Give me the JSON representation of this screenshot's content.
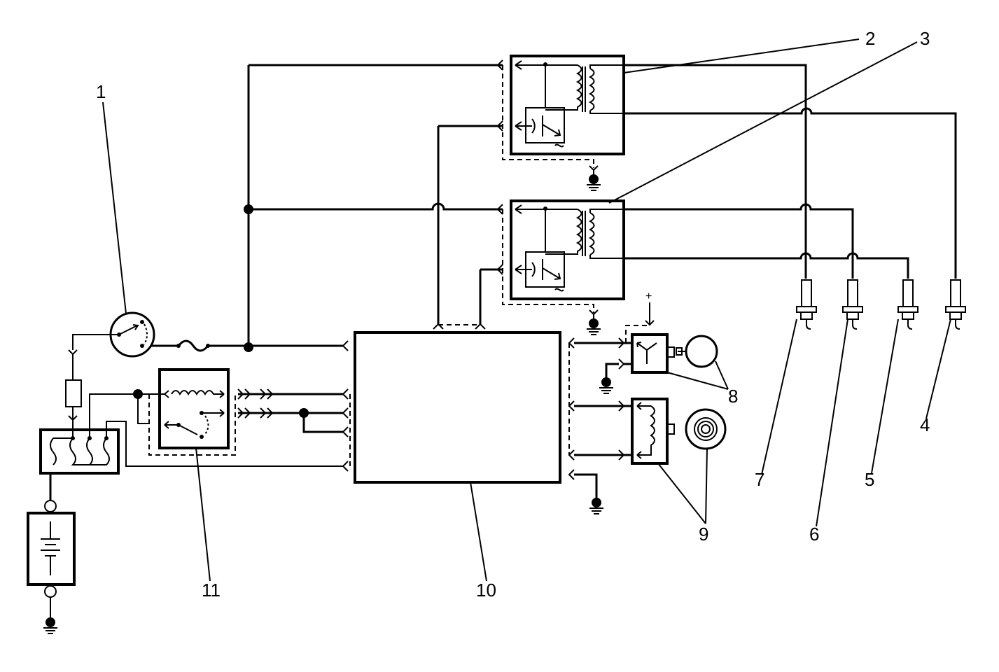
{
  "callouts": [
    {
      "id": "1",
      "text": "1"
    },
    {
      "id": "2",
      "text": "2"
    },
    {
      "id": "3",
      "text": "3"
    },
    {
      "id": "4",
      "text": "4"
    },
    {
      "id": "5",
      "text": "5"
    },
    {
      "id": "6",
      "text": "6"
    },
    {
      "id": "7",
      "text": "7"
    },
    {
      "id": "8",
      "text": "8"
    },
    {
      "id": "9",
      "text": "9"
    },
    {
      "id": "10",
      "text": "10"
    },
    {
      "id": "11",
      "text": "11"
    }
  ],
  "annotations": {
    "plus_sign": "+"
  }
}
